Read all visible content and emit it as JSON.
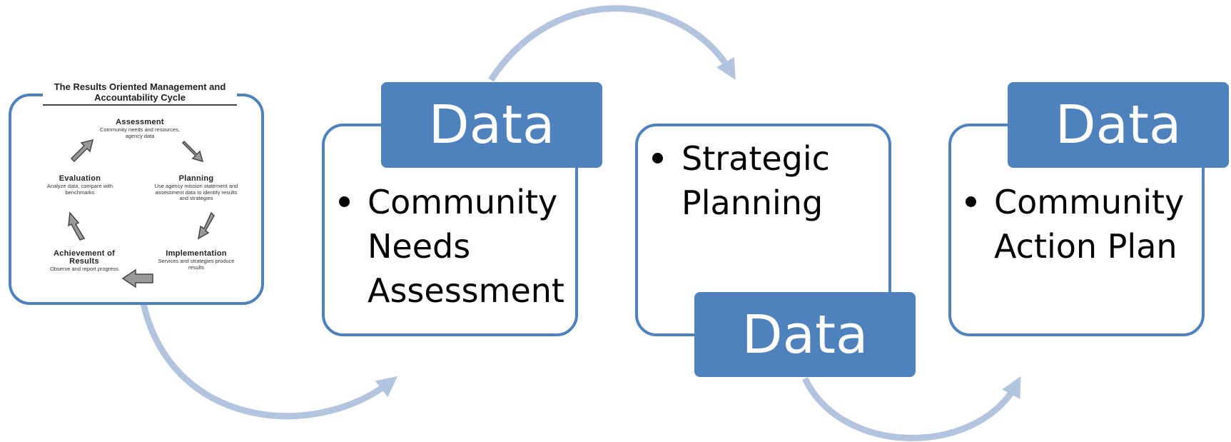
{
  "roma_cycle": {
    "title_line1": "The Results Oriented Management and",
    "title_line2": "Accountability Cycle",
    "steps": [
      {
        "name": "Assessment",
        "desc_line1": "Community needs and resources,",
        "desc_line2": "agency data"
      },
      {
        "name": "Planning",
        "desc_line1": "Use agency mission statement and",
        "desc_line2": "assessment data to identify results",
        "desc_line3": "and strategies"
      },
      {
        "name": "Implementation",
        "desc_line1": "Services and strategies produce",
        "desc_line2": "results"
      },
      {
        "name_line1": "Achievement of",
        "name_line2": "Results",
        "desc_line1": "Observe and report progress"
      },
      {
        "name": "Evaluation",
        "desc_line1": "Analyze data, compare with",
        "desc_line2": "benchmarks"
      }
    ]
  },
  "stages": [
    {
      "tab": "Data",
      "bullet_lines": [
        "Community",
        "Needs",
        "Assessment"
      ]
    },
    {
      "tab": "Data",
      "bullet_lines": [
        "Strategic",
        "Planning"
      ]
    },
    {
      "tab": "Data",
      "bullet_lines": [
        "Community",
        "Action Plan"
      ]
    }
  ],
  "colors": {
    "accent": "#4f81bd",
    "connector": "#b3c4de",
    "text": "#000000"
  }
}
